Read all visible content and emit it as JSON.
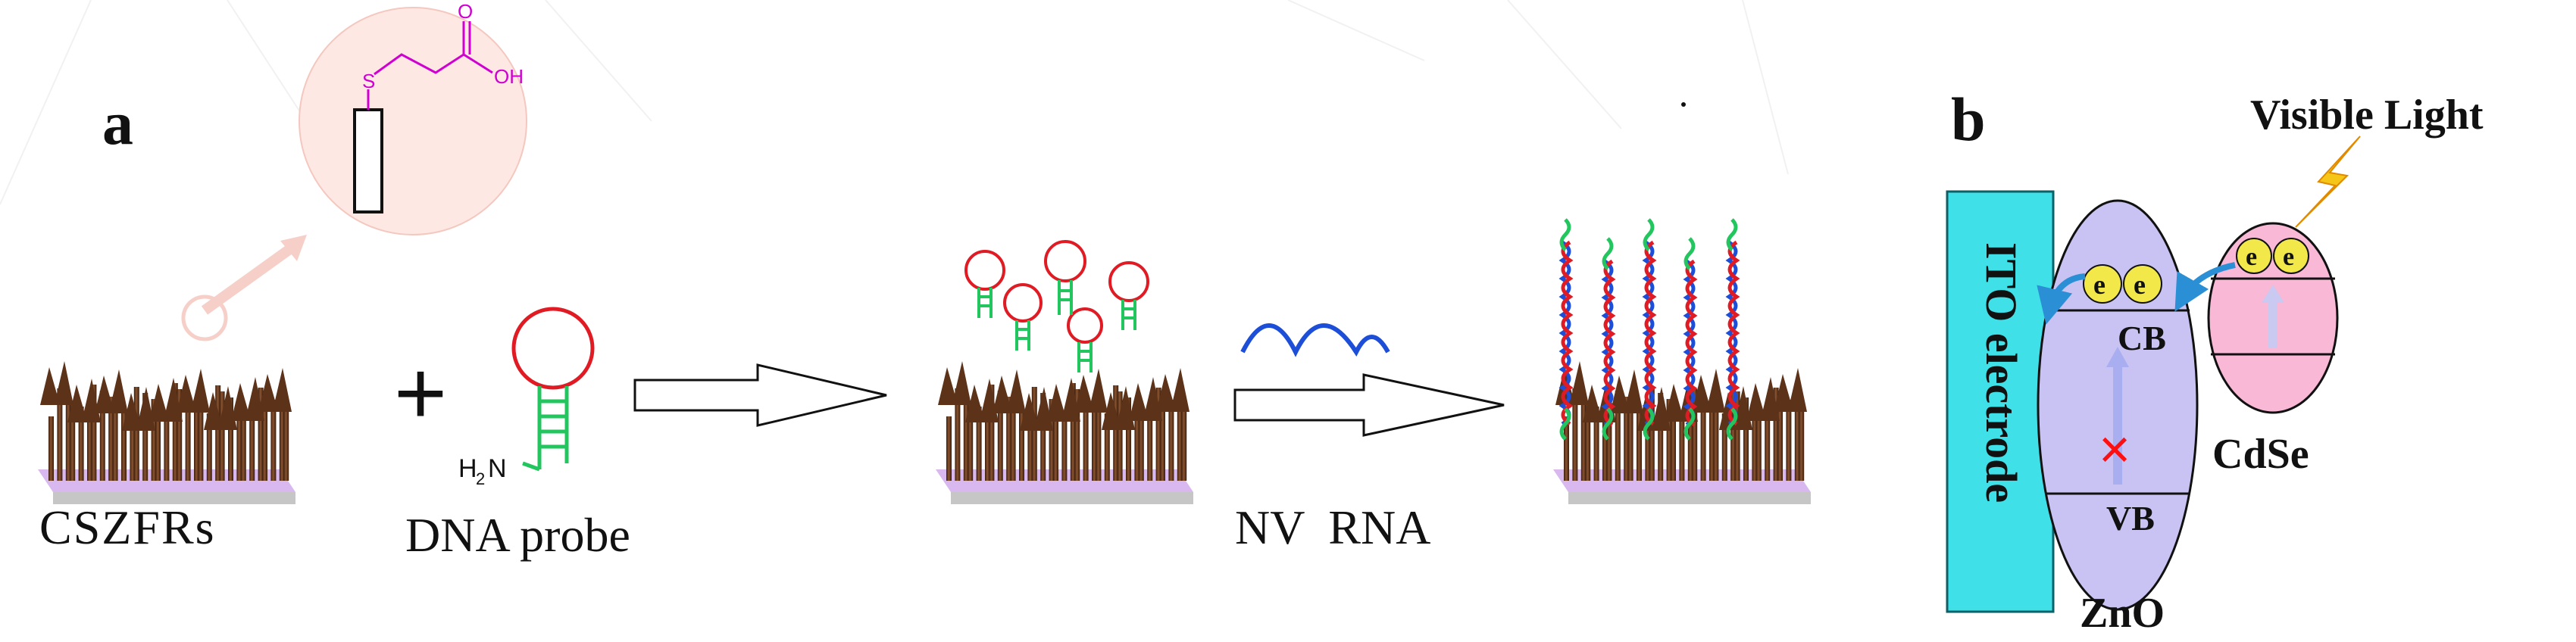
{
  "panel_a": {
    "panel_label": "a",
    "substrate_label": "CSZFRs",
    "plus_sign": "+",
    "probe_label": "DNA probe",
    "amine_label": "H",
    "amine_sub": "2",
    "amine_n": "N",
    "target_label": "NV  RNA",
    "mpa_s_label": "S",
    "mpa_oh_label": "OH",
    "mpa_o_label": "O"
  },
  "panel_b": {
    "panel_label": "b",
    "light_label": "Visible Light",
    "electrode_label": "ITO electrode",
    "cb_label": "CB",
    "vb_label": "VB",
    "zno_label": "ZnO",
    "cdse_label": "CdSe",
    "electron_label": "e",
    "blocked_symbol": "×"
  },
  "colors": {
    "substrate_top": "#d8b8ef",
    "rods": "#6b3d20",
    "probe_loop": "#e01b24",
    "probe_stem": "#22c55e",
    "rna_wave": "#1d4ed8",
    "mpa_molecule": "#d000d0",
    "ito": "#3fe0e8",
    "zno": "#c9c3f3",
    "cdse": "#f8b8d6",
    "electron": "#f2e84a",
    "arrow_blue": "#2b8fd6"
  }
}
